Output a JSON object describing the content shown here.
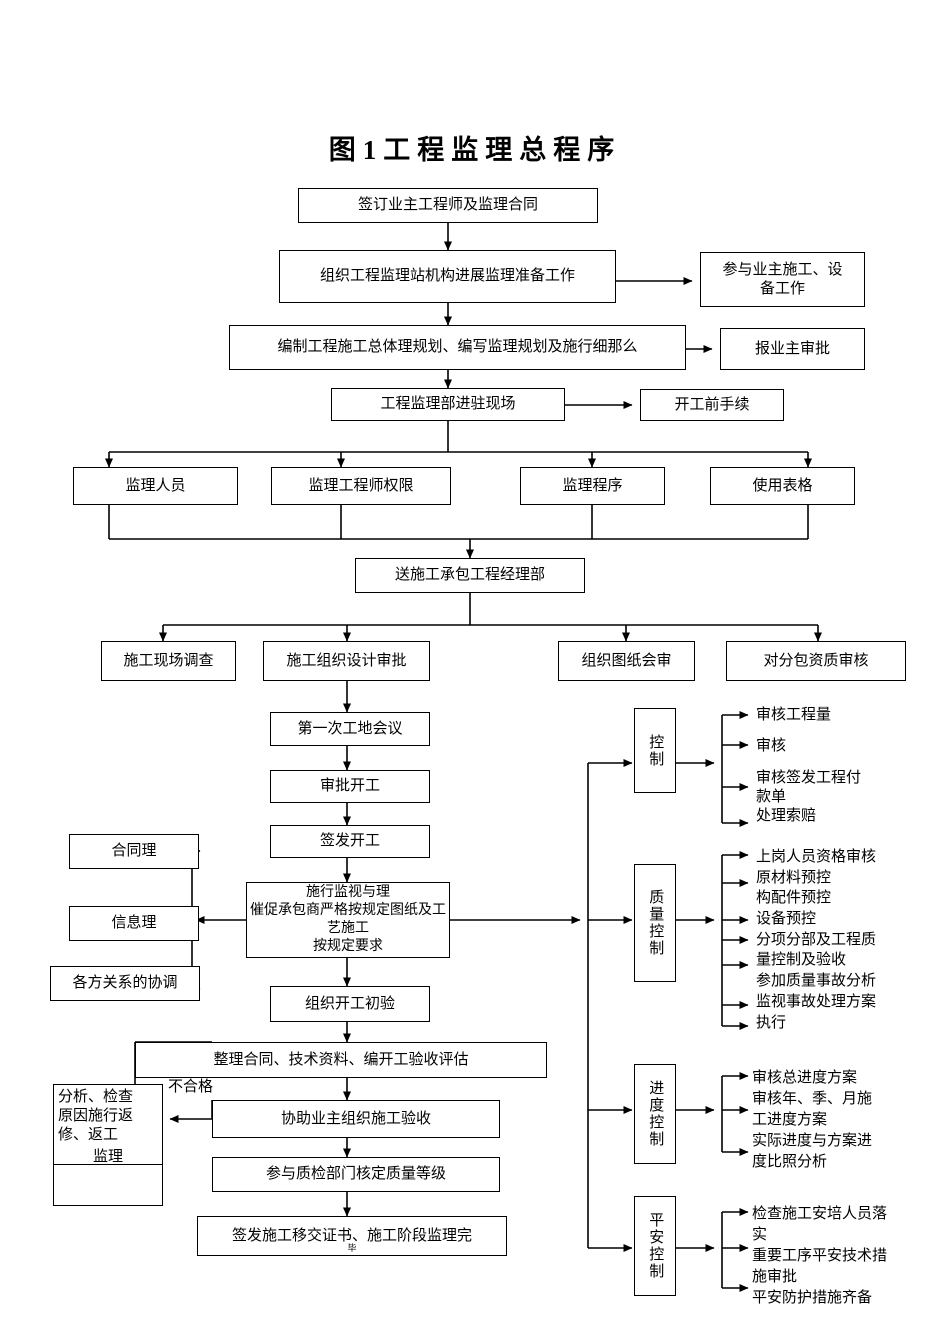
{
  "title": "图1工程监理总程序",
  "nodes": {
    "n1": "签订业主工程师及监理合同",
    "n2": "组织工程监理站机构进展监理准备工作",
    "n2r": "参与业主施工、设\n备工作",
    "n3": "编制工程施工总体理规划、编写监理规划及施行细那么",
    "n3r": "报业主审批",
    "n4": "工程监理部进驻现场",
    "n4r": "开工前手续",
    "n5a": "监理人员",
    "n5b": "监理工程师权限",
    "n5c": "监理程序",
    "n5d": "使用表格",
    "n6": "送施工承包工程经理部",
    "n7a": "施工现场调查",
    "n7b": "施工组织设计审批",
    "n7c": "组织图纸会审",
    "n7d": "对分包资质审核",
    "n8": "第一次工地会议",
    "n9": "审批开工",
    "n10": "签发开工",
    "n11": "施行监视与理\n催促承包商严格按规定图纸及工艺施工\n按规定要求",
    "n12": "组织开工初验",
    "n13": "整理合同、技术资料、编开工验收评估",
    "n14": "协助业主组织施工验收",
    "n15": "参与质检部门核定质量等级",
    "n16": "签发施工移交证书、施工阶段监理完",
    "n16sub": "毕",
    "l1": "合同理",
    "l2": "信息理",
    "l3": "各方关系的协调",
    "rework_top": "分析、检查\n原因施行返\n修、返工",
    "rework_mid": "监理",
    "edge_label": "不合格"
  },
  "control_groups": [
    {
      "id": "cost-control",
      "box": "控制",
      "items": [
        "审核工程量",
        "审核",
        "审核签发工程付\n款单\n处理索赔"
      ]
    },
    {
      "id": "quality-control",
      "box": "质量控制",
      "items": [
        "上岗人员资格审核\n原材料预控\n构配件预控\n设备预控\n分项分部及工程质\n量控制及验收\n参加质量事故分析\n监视事故处理方案\n执行"
      ]
    },
    {
      "id": "schedule-control",
      "box": "进度控制",
      "items": [
        "审核总进度方案\n审核年、季、月施\n工进度方案\n实际进度与方案进\n度比照分析"
      ]
    },
    {
      "id": "safety-control",
      "box": "平安控制",
      "items": [
        "检查施工安培人员落\n实\n重要工序平安技术措\n施审批\n平安防护措施齐备"
      ]
    }
  ],
  "colors": {
    "stroke": "#000000",
    "background": "#ffffff",
    "text": "#000000"
  }
}
